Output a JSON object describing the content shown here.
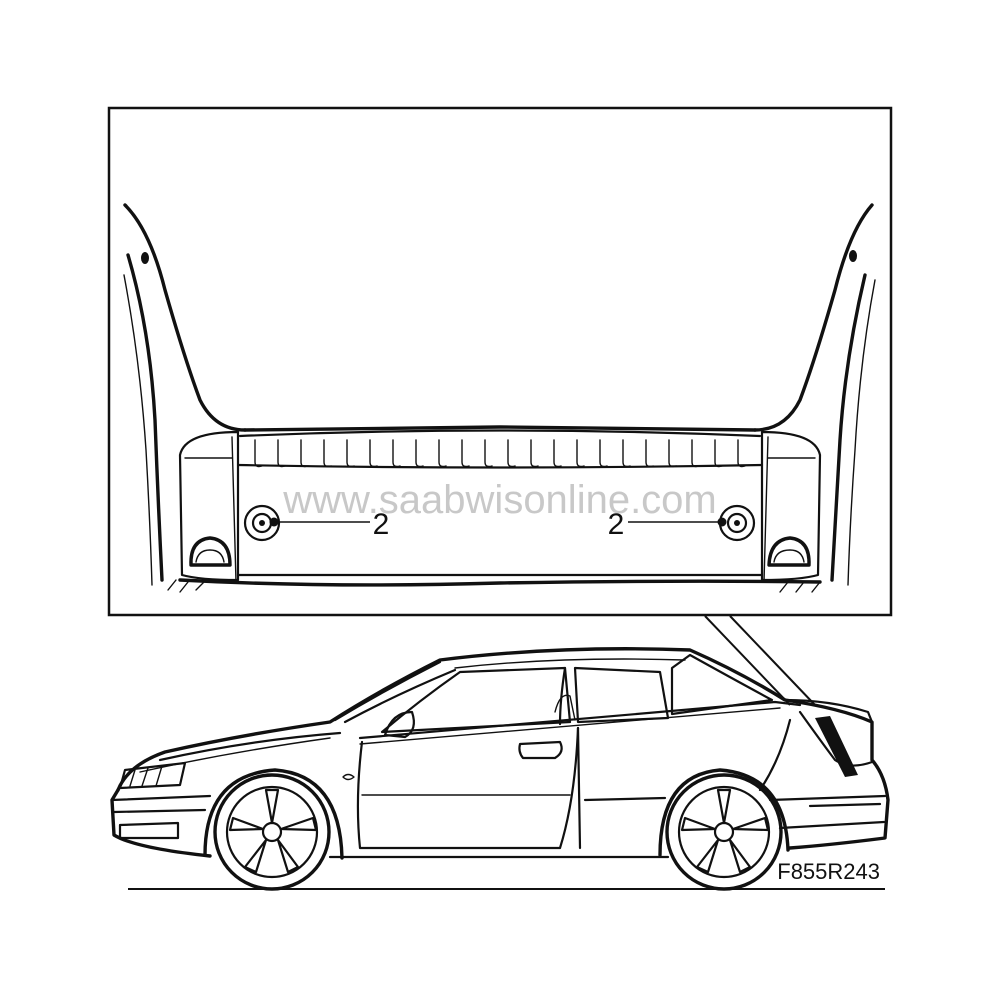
{
  "watermark": "www.saabwisonline.com",
  "callouts": [
    {
      "label": "2"
    },
    {
      "label": "2"
    }
  ],
  "figure_code": "F855R243",
  "colors": {
    "line": "#111111",
    "background": "#ffffff",
    "watermark": "#9a9a9a"
  }
}
